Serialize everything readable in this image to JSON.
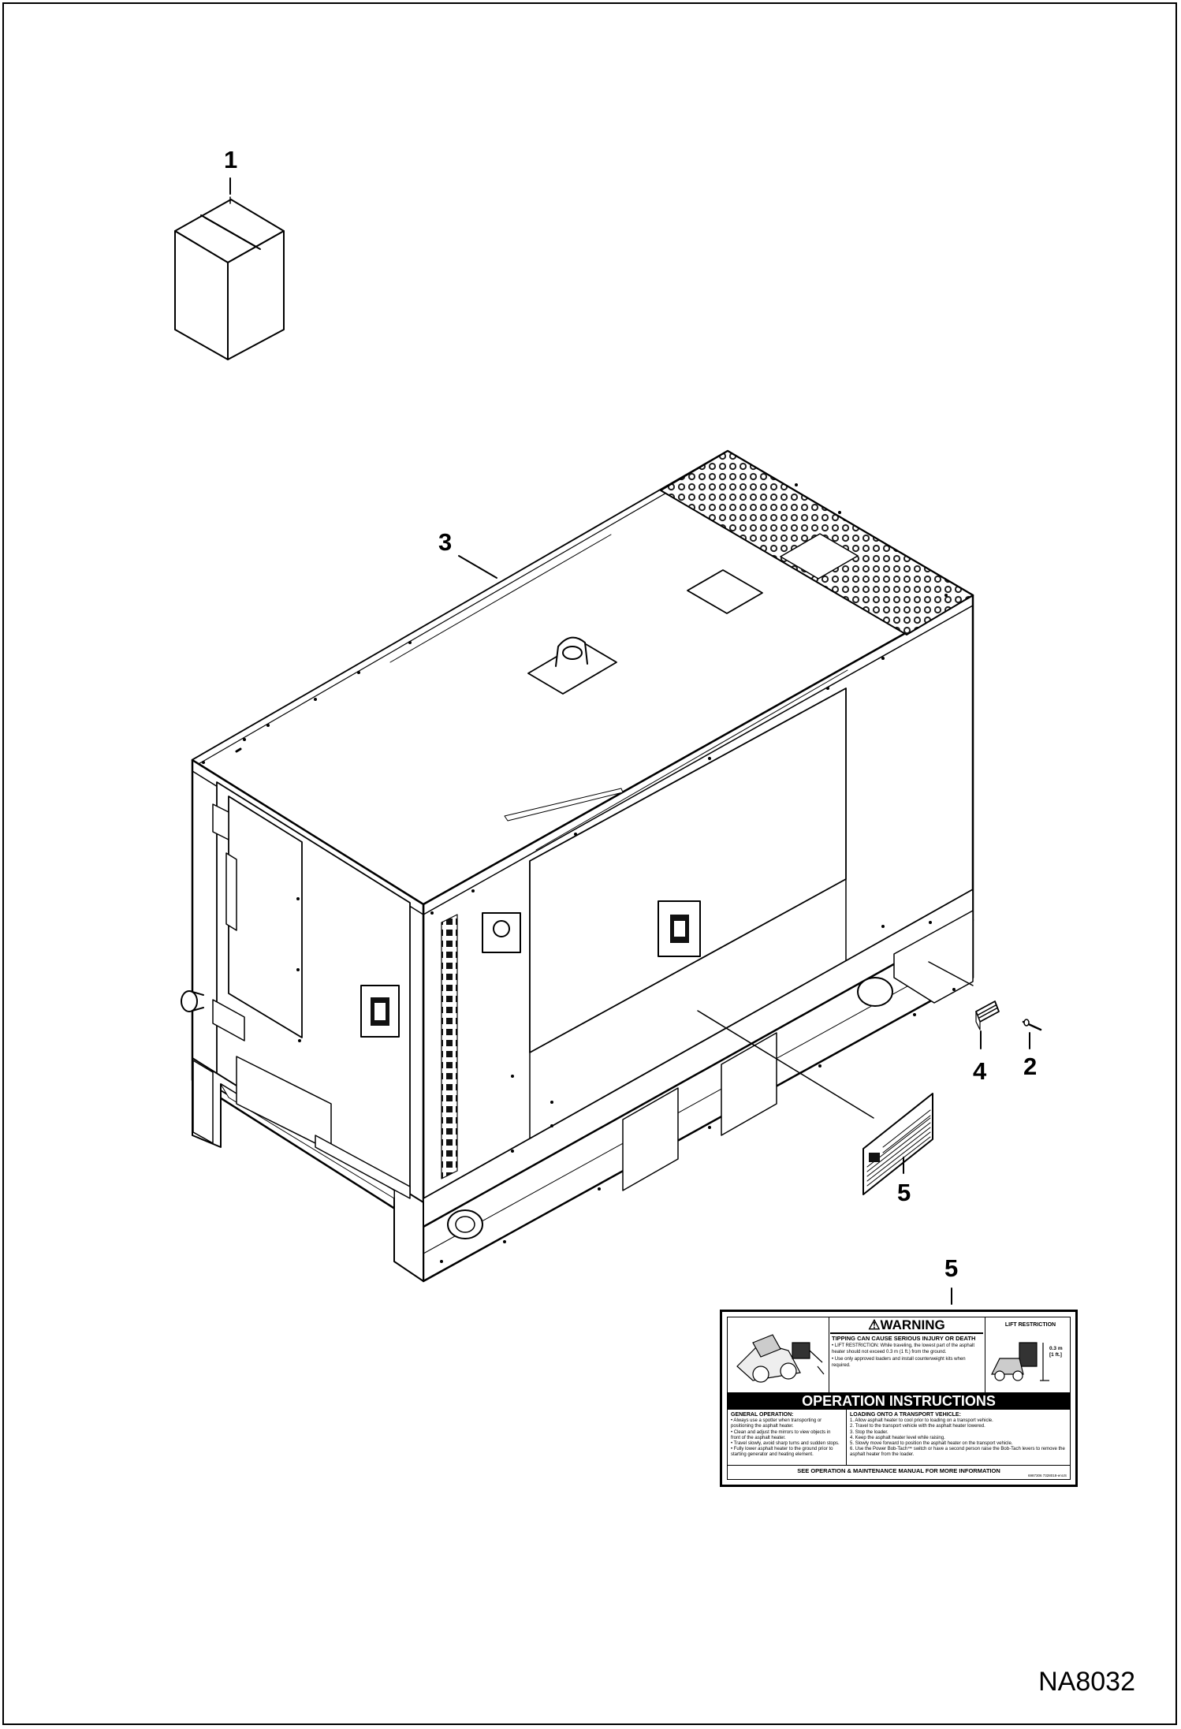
{
  "figure_id": "NA8032",
  "callouts": {
    "c1": "1",
    "c2": "2",
    "c3": "3",
    "c4": "4",
    "c5a": "5",
    "c5b": "5"
  },
  "decal": {
    "warning_title": "WARNING",
    "warning_subtitle": "TIPPING CAN CAUSE SERIOUS INJURY OR DEATH",
    "warning_items": [
      "• LIFT RESTRICTION: While traveling, the lowest part of the asphalt heater should not exceed 0.3 m (1 ft.) from the ground.",
      "• Use only approved loaders and install counterweight kits when required."
    ],
    "lift_title": "LIFT RESTRICTION",
    "lift_value": "0.3 m\n[1 ft.]",
    "ops_title": "OPERATION INSTRUCTIONS",
    "general_title": "GENERAL OPERATION:",
    "general_items": [
      "• Always use a spotter when transporting or positioning the asphalt heater.",
      "• Clean and adjust the mirrors to view objects in front of the asphalt heater.",
      "• Travel slowly, avoid sharp turns and sudden stops.",
      "• Fully lower asphalt heater to the ground prior to starting generator and heating element."
    ],
    "loading_title": "LOADING ONTO A TRANSPORT VEHICLE:",
    "loading_items": [
      "1. Allow asphalt heater to cool prior to loading on a transport vehicle.",
      "2. Travel to the transport vehicle with the asphalt heater lowered.",
      "3. Stop the loader.",
      "4. Keep the asphalt heater level while raising.",
      "5. Slowly move forward to position the asphalt heater on the transport vehicle.",
      "6. Use the Power Bob-Tach™ switch or have a second person raise the Bob-Tach levers to remove the asphalt heater from the loader."
    ],
    "footer": "SEE OPERATION & MAINTENANCE MANUAL FOR MORE INFORMATION",
    "part_number": "6987306    7328018-enUS"
  }
}
